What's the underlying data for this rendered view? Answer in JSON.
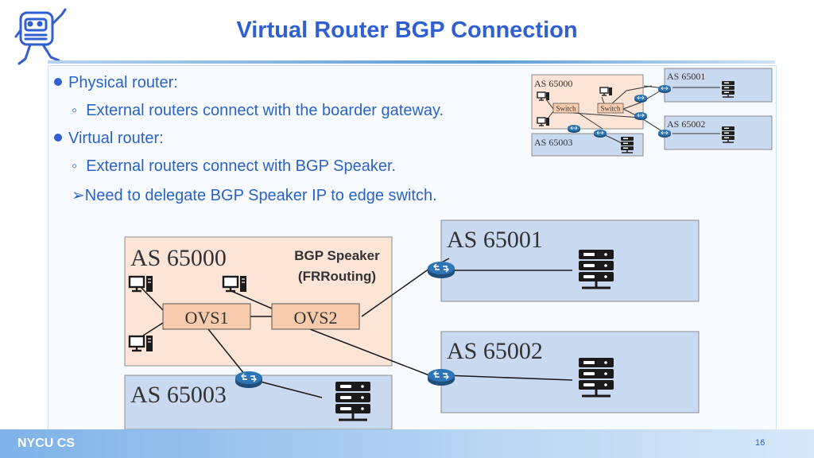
{
  "slide": {
    "title": "Virtual Router BGP Connection",
    "footer": "NYCU CS",
    "page_number": "16"
  },
  "bullets": [
    {
      "level": 1,
      "marker": "dot",
      "text": "Physical router:"
    },
    {
      "level": 2,
      "marker": "◦",
      "text": "External routers connect with the boarder gateway."
    },
    {
      "level": 1,
      "marker": "dot",
      "text": "Virtual router:"
    },
    {
      "level": 2,
      "marker": "◦",
      "text": "External routers connect with BGP Speaker."
    },
    {
      "level": 2,
      "marker": "➢",
      "text": "Need to delegate BGP Speaker IP to edge switch."
    }
  ],
  "small_diagram": {
    "as_main": "AS 65000",
    "as_top": "AS 65001",
    "as_mid": "AS 65002",
    "as_bottom": "AS 65003",
    "switch1": "Switch",
    "switch2": "Switch"
  },
  "large_diagram": {
    "as_main": "AS 65000",
    "as_top": "AS 65001",
    "as_mid": "AS 65002",
    "as_bottom": "AS 65003",
    "ovs1": "OVS1",
    "ovs2": "OVS2",
    "speaker_line1": "BGP Speaker",
    "speaker_line2": "(FRRouting)"
  },
  "colors": {
    "accent": "#2f5fd0",
    "as_main_fill": "#fce4d6",
    "as_other_fill": "#c9d9ef",
    "switch_fill": "#f8cbad",
    "router_fill": "#2e75b6"
  },
  "icons": [
    "mascot-logo-icon",
    "computer-icon",
    "server-icon",
    "router-icon"
  ]
}
